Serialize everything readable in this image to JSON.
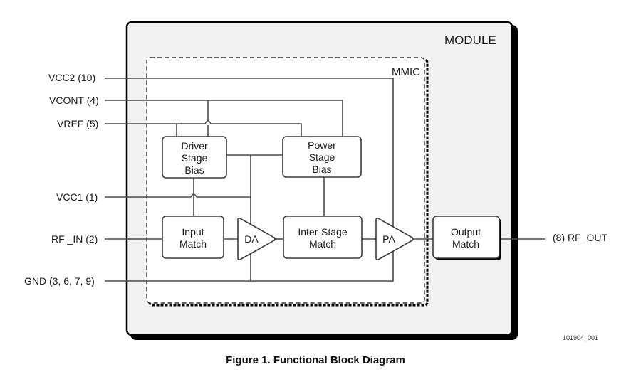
{
  "containers": {
    "module_label": "MODULE",
    "mmic_label": "MMIC"
  },
  "pins": {
    "vcc2": "VCC2 (10)",
    "vcont": "VCONT (4)",
    "vref": "VREF (5)",
    "vcc1": "VCC1 (1)",
    "rf_in": "RF _IN (2)",
    "gnd": "GND (3, 6, 7, 9)",
    "rf_out": "(8) RF_OUT"
  },
  "blocks": {
    "driver_stage_bias": [
      "Driver",
      "Stage",
      "Bias"
    ],
    "power_stage_bias": [
      "Power",
      "Stage",
      "Bias"
    ],
    "input_match": [
      "Input",
      "Match"
    ],
    "inter_stage_match": [
      "Inter-Stage",
      "Match"
    ],
    "output_match": [
      "Output",
      "Match"
    ],
    "driver_amp": "DA",
    "power_amp": "PA"
  },
  "reference_id": "101904_001",
  "caption": "Figure 1.  Functional Block Diagram",
  "colors": {
    "module_fill": "#f1f1f1",
    "module_border": "#000000",
    "line": "#4a4a4a"
  }
}
